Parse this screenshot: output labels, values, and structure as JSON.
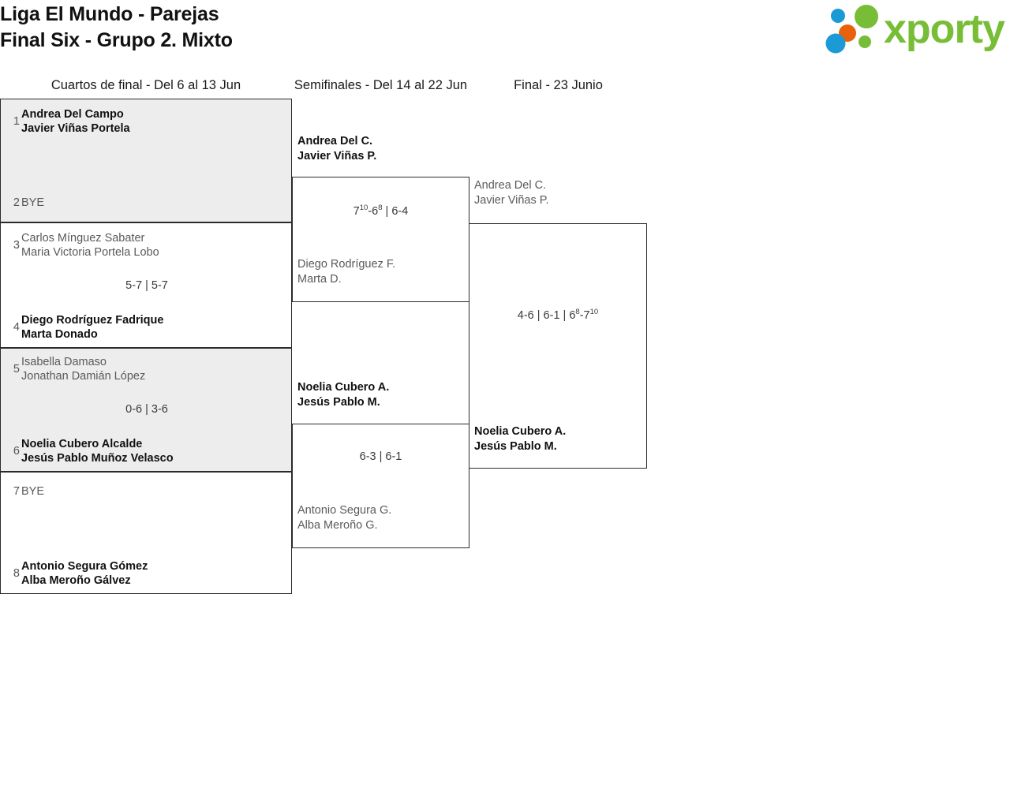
{
  "header": {
    "title_line1": "Liga El Mundo - Parejas",
    "title_line2": "Final Six - Grupo 2. Mixto",
    "logo_text": "xporty",
    "logo_colors": {
      "green": "#78bd36",
      "blue": "#1b9ad6",
      "orange": "#e8620c"
    }
  },
  "rounds": [
    {
      "label": "Cuartos de final - Del 6 al 13 Jun"
    },
    {
      "label": "Semifinales - Del 14 al 22 Jun"
    },
    {
      "label": "Final - 23 Junio"
    }
  ],
  "quarterfinals": [
    {
      "top": {
        "seed": "1",
        "line1": "Andrea Del Campo",
        "line2": "Javier Viñas Portela",
        "result": "won"
      },
      "bottom": {
        "seed": "2",
        "line1": "BYE",
        "line2": "",
        "result": "bye"
      },
      "score": ""
    },
    {
      "top": {
        "seed": "3",
        "line1": "Carlos Mínguez Sabater",
        "line2": "Maria Victoria Portela Lobo",
        "result": "lost"
      },
      "bottom": {
        "seed": "4",
        "line1": "Diego Rodríguez Fadrique",
        "line2": "Marta Donado",
        "result": "won"
      },
      "score": "5-7 | 5-7"
    },
    {
      "top": {
        "seed": "5",
        "line1": "Isabella Damaso",
        "line2": "Jonathan Damián López",
        "result": "lost"
      },
      "bottom": {
        "seed": "6",
        "line1": "Noelia Cubero Alcalde",
        "line2": "Jesús Pablo Muñoz Velasco",
        "result": "won"
      },
      "score": "0-6 | 3-6"
    },
    {
      "top": {
        "seed": "7",
        "line1": "BYE",
        "line2": "",
        "result": "bye"
      },
      "bottom": {
        "seed": "8",
        "line1": "Antonio Segura Gómez",
        "line2": "Alba Meroño Gálvez",
        "result": "won"
      },
      "score": ""
    }
  ],
  "semifinals": [
    {
      "winner": {
        "line1": "Andrea Del C.",
        "line2": "Javier Viñas P."
      },
      "loser": {
        "line1": "Diego Rodríguez F.",
        "line2": "Marta D."
      },
      "score_parts": [
        {
          "text": "7",
          "sup": "10"
        },
        {
          "text": "-6",
          "sup": "8"
        },
        {
          "text": " | 6-4",
          "sup": ""
        }
      ],
      "score_plain": "7¹⁰-6⁸ | 6-4"
    },
    {
      "winner": {
        "line1": "Noelia Cubero A.",
        "line2": "Jesús Pablo M."
      },
      "loser": {
        "line1": "Antonio Segura G.",
        "line2": "Alba Meroño G."
      },
      "score_parts": [
        {
          "text": "6-3 | 6-1",
          "sup": ""
        }
      ],
      "score_plain": "6-3 | 6-1"
    }
  ],
  "final": {
    "runner_up": {
      "line1": "Andrea Del C.",
      "line2": "Javier Viñas P."
    },
    "champion": {
      "line1": "Noelia Cubero A.",
      "line2": "Jesús Pablo M."
    },
    "score_parts": [
      {
        "text": "4-6 | 6-1 | 6",
        "sup": "8"
      },
      {
        "text": "-7",
        "sup": "10"
      }
    ],
    "score_plain": "4-6 | 6-1 | 6⁸-7¹⁰"
  }
}
